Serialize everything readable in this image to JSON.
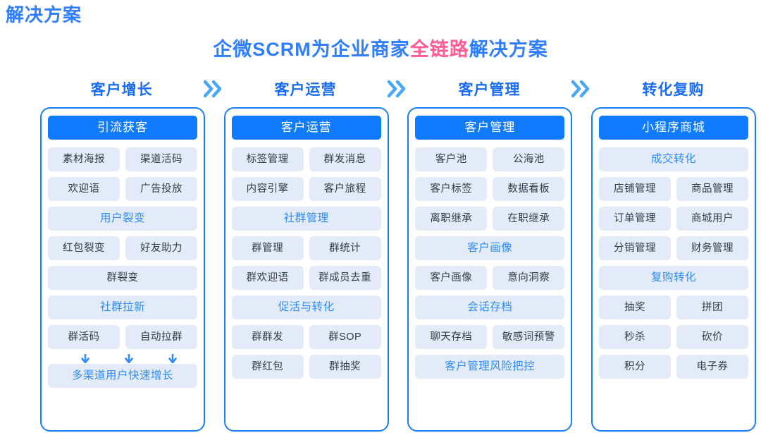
{
  "corner_label": "解决方案",
  "title": {
    "part1": "企微SCRM为企业商家",
    "highlight": "全链路",
    "part2": "解决方案"
  },
  "colors": {
    "brand_blue": "#1a7ef5",
    "header_blue": "#117bff",
    "accent_text": "#2f8cf7",
    "highlight_pink": "#ff5c93",
    "cell_bg": "#e2ebf7"
  },
  "stages": [
    {
      "label": "客户增长"
    },
    {
      "label": "客户运营"
    },
    {
      "label": "客户管理"
    },
    {
      "label": "转化复购"
    }
  ],
  "columns": [
    {
      "header": "引流获客",
      "rows": [
        {
          "type": "pair",
          "cells": [
            "素材海报",
            "渠道活码"
          ]
        },
        {
          "type": "pair",
          "cells": [
            "欢迎语",
            "广告投放"
          ]
        },
        {
          "type": "full",
          "accent": true,
          "cell": "用户裂变"
        },
        {
          "type": "pair",
          "cells": [
            "红包裂变",
            "好友助力"
          ]
        },
        {
          "type": "full",
          "accent": false,
          "cell": "群裂变"
        },
        {
          "type": "full",
          "accent": true,
          "cell": "社群拉新"
        },
        {
          "type": "pair",
          "cells": [
            "群活码",
            "自动拉群"
          ]
        },
        {
          "type": "arrows"
        },
        {
          "type": "full",
          "accent": true,
          "cell": "多渠道用户快速增长"
        }
      ]
    },
    {
      "header": "客户运营",
      "rows": [
        {
          "type": "pair",
          "cells": [
            "标签管理",
            "群发消息"
          ]
        },
        {
          "type": "pair",
          "cells": [
            "内容引擎",
            "客户旅程"
          ]
        },
        {
          "type": "full",
          "accent": true,
          "cell": "社群管理"
        },
        {
          "type": "pair",
          "cells": [
            "群管理",
            "群统计"
          ]
        },
        {
          "type": "pair",
          "cells": [
            "群欢迎语",
            "群成员去重"
          ]
        },
        {
          "type": "full",
          "accent": true,
          "cell": "促活与转化"
        },
        {
          "type": "pair",
          "cells": [
            "群群发",
            "群SOP"
          ]
        },
        {
          "type": "pair",
          "cells": [
            "群红包",
            "群抽奖"
          ]
        }
      ]
    },
    {
      "header": "客户管理",
      "rows": [
        {
          "type": "pair",
          "cells": [
            "客户池",
            "公海池"
          ]
        },
        {
          "type": "pair",
          "cells": [
            "客户标签",
            "数据看板"
          ]
        },
        {
          "type": "pair",
          "cells": [
            "离职继承",
            "在职继承"
          ]
        },
        {
          "type": "full",
          "accent": true,
          "cell": "客户画像"
        },
        {
          "type": "pair",
          "cells": [
            "客户画像",
            "意向洞察"
          ]
        },
        {
          "type": "full",
          "accent": true,
          "cell": "会话存档"
        },
        {
          "type": "pair",
          "cells": [
            "聊天存档",
            "敏感词预警"
          ]
        },
        {
          "type": "full",
          "accent": true,
          "cell": "客户管理风险把控"
        }
      ]
    },
    {
      "header": "小程序商城",
      "rows": [
        {
          "type": "full",
          "accent": true,
          "cell": "成交转化"
        },
        {
          "type": "pair",
          "cells": [
            "店铺管理",
            "商品管理"
          ]
        },
        {
          "type": "pair",
          "cells": [
            "订单管理",
            "商城用户"
          ]
        },
        {
          "type": "pair",
          "cells": [
            "分销管理",
            "财务管理"
          ]
        },
        {
          "type": "full",
          "accent": true,
          "cell": "复购转化"
        },
        {
          "type": "pair",
          "cells": [
            "抽奖",
            "拼团"
          ]
        },
        {
          "type": "pair",
          "cells": [
            "秒杀",
            "砍价"
          ]
        },
        {
          "type": "pair",
          "cells": [
            "积分",
            "电子券"
          ]
        }
      ]
    }
  ]
}
